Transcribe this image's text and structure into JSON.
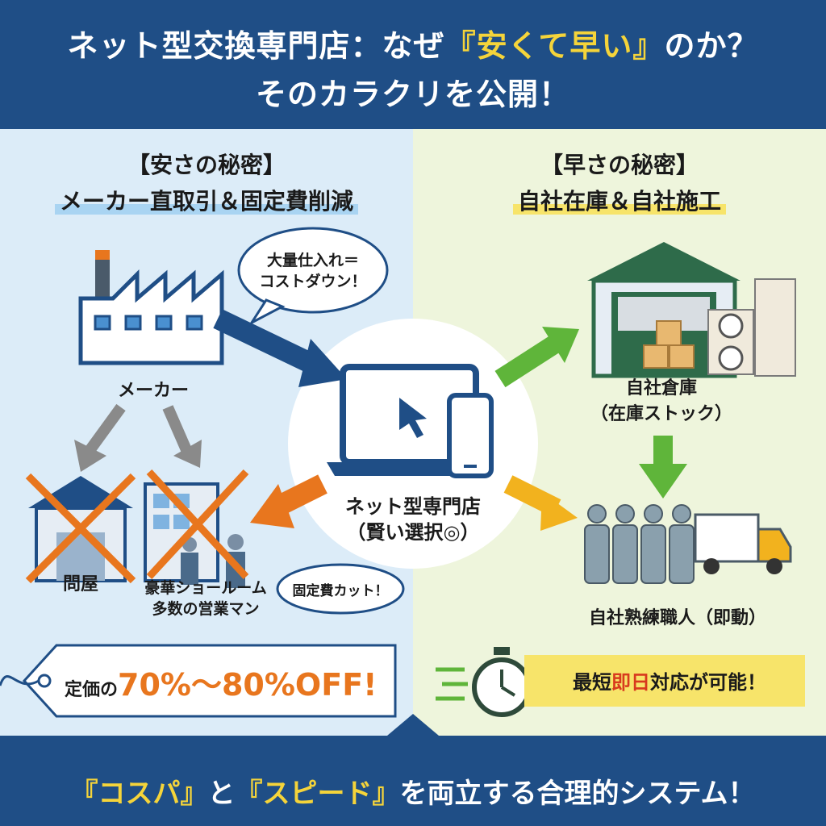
{
  "header": {
    "line1_pre": "ネット型交換専門店：なぜ",
    "line1_hl": "『安くて早い』",
    "line1_post": "のか？",
    "line2": "そのカラクリを公開！"
  },
  "left": {
    "title1": "【安さの秘密】",
    "title2": "メーカー直取引＆固定費削減",
    "bubble": {
      "line1": "大量仕入れ＝",
      "line2": "コストダウン！"
    },
    "maker_label": "メーカー",
    "wholesaler_label": "問屋",
    "showroom_label1": "豪華ショールーム",
    "showroom_label2": "多数の営業マン",
    "cut_bubble": "固定費カット！",
    "price_pre": "定価の",
    "price_hl": "70%〜80%OFF!"
  },
  "center": {
    "label1": "ネット型専門店",
    "label2": "（賢い選択◎）"
  },
  "right": {
    "title1": "【早さの秘密】",
    "title2": "自社在庫＆自社施工",
    "warehouse_label1": "自社倉庫",
    "warehouse_label2": "（在庫ストック）",
    "workers_label": "自社熟練職人（即動）",
    "speed_pre": "最短",
    "speed_hl": "即日",
    "speed_post": "対応が可能！"
  },
  "footer": {
    "hl1": "『コスパ』",
    "mid": "と",
    "hl2": "『スピード』",
    "post": "を両立する合理的システム！"
  },
  "colors": {
    "navy": "#1f4e86",
    "yellow": "#f5d43a",
    "orange": "#e8761e",
    "green": "#5fb53a",
    "left_bg": "#dcecf8",
    "right_bg": "#eef5dc"
  }
}
